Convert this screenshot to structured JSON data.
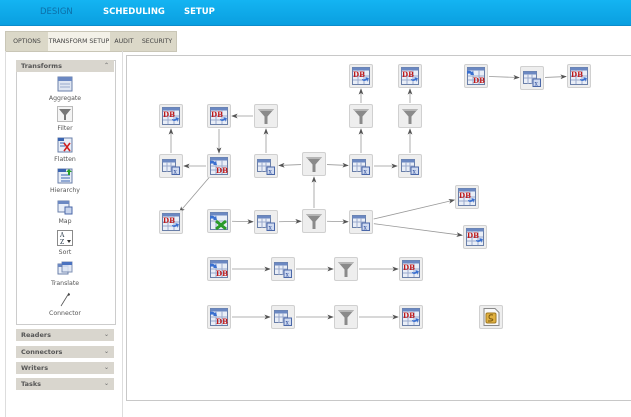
{
  "topnav": {
    "items": [
      {
        "label": "DESIGN",
        "active": true
      },
      {
        "label": "SCHEDULING",
        "active": false
      },
      {
        "label": "SETUP",
        "active": false
      }
    ]
  },
  "tabs": [
    {
      "label": "OPTIONS",
      "active": false
    },
    {
      "label": "TRANSFORM SETUP",
      "active": true
    },
    {
      "label": "AUDIT",
      "active": false
    },
    {
      "label": "SECURITY",
      "active": false
    }
  ],
  "sidebar": {
    "transforms": {
      "title": "Transforms",
      "collapse_icon": "chevron-up-icon",
      "items": [
        {
          "label": "Aggregate",
          "icon": "aggregate-icon"
        },
        {
          "label": "Filter",
          "icon": "filter-icon"
        },
        {
          "label": "Flatten",
          "icon": "flatten-icon"
        },
        {
          "label": "Hierarchy",
          "icon": "hierarchy-icon"
        },
        {
          "label": "Map",
          "icon": "map-icon"
        },
        {
          "label": "Sort",
          "icon": "sort-icon"
        },
        {
          "label": "Translate",
          "icon": "translate-icon"
        },
        {
          "label": "Connector",
          "icon": "connector-icon"
        }
      ]
    },
    "sections": [
      {
        "title": "Readers",
        "expand_icon": "chevron-down-icon"
      },
      {
        "title": "Connectors",
        "expand_icon": "chevron-down-icon"
      },
      {
        "title": "Writers",
        "expand_icon": "chevron-down-icon"
      },
      {
        "title": "Tasks",
        "expand_icon": "chevron-down-icon"
      }
    ]
  },
  "canvas": {
    "nodes": [
      {
        "id": "w1",
        "type": "db-writer"
      },
      {
        "id": "w2",
        "type": "db-writer"
      },
      {
        "id": "f1",
        "type": "filter"
      },
      {
        "id": "w3",
        "type": "db-writer"
      },
      {
        "id": "w4",
        "type": "db-writer"
      },
      {
        "id": "f2",
        "type": "filter"
      },
      {
        "id": "f3",
        "type": "filter"
      },
      {
        "id": "m1",
        "type": "map"
      },
      {
        "id": "r1",
        "type": "db-reader"
      },
      {
        "id": "m2",
        "type": "map"
      },
      {
        "id": "f4",
        "type": "filter"
      },
      {
        "id": "m3",
        "type": "map"
      },
      {
        "id": "m4",
        "type": "map"
      },
      {
        "id": "w5",
        "type": "db-writer"
      },
      {
        "id": "x1",
        "type": "excel-reader"
      },
      {
        "id": "m5",
        "type": "map"
      },
      {
        "id": "f5",
        "type": "filter"
      },
      {
        "id": "m6",
        "type": "map"
      },
      {
        "id": "w6",
        "type": "db-writer"
      },
      {
        "id": "w7",
        "type": "db-writer"
      },
      {
        "id": "r2",
        "type": "db-reader"
      },
      {
        "id": "m7",
        "type": "map"
      },
      {
        "id": "w8",
        "type": "db-writer"
      },
      {
        "id": "r3",
        "type": "db-reader"
      },
      {
        "id": "m8",
        "type": "map"
      },
      {
        "id": "f6",
        "type": "filter"
      },
      {
        "id": "w9",
        "type": "db-writer"
      },
      {
        "id": "r4",
        "type": "db-reader"
      },
      {
        "id": "m9",
        "type": "map"
      },
      {
        "id": "f7",
        "type": "filter"
      },
      {
        "id": "w10",
        "type": "db-writer"
      },
      {
        "id": "s1",
        "type": "script"
      }
    ],
    "edges": [
      [
        "m1",
        "w1"
      ],
      [
        "r1",
        "m1"
      ],
      [
        "w2",
        "r1"
      ],
      [
        "f1",
        "w2"
      ],
      [
        "r1",
        "w5"
      ],
      [
        "m2",
        "f1"
      ],
      [
        "f4",
        "m2"
      ],
      [
        "f4",
        "m3"
      ],
      [
        "m3",
        "m4"
      ],
      [
        "m3",
        "f2"
      ],
      [
        "f2",
        "w3"
      ],
      [
        "m4",
        "f3"
      ],
      [
        "f3",
        "w4"
      ],
      [
        "x1",
        "m5"
      ],
      [
        "m5",
        "f5"
      ],
      [
        "f5",
        "f4"
      ],
      [
        "f5",
        "m6"
      ],
      [
        "m6",
        "w6"
      ],
      [
        "m6",
        "w7"
      ],
      [
        "r2",
        "m7"
      ],
      [
        "m7",
        "w8"
      ],
      [
        "r3",
        "m8"
      ],
      [
        "m8",
        "f6"
      ],
      [
        "f6",
        "w9"
      ],
      [
        "r4",
        "m9"
      ],
      [
        "m9",
        "f7"
      ],
      [
        "f7",
        "w10"
      ]
    ]
  }
}
